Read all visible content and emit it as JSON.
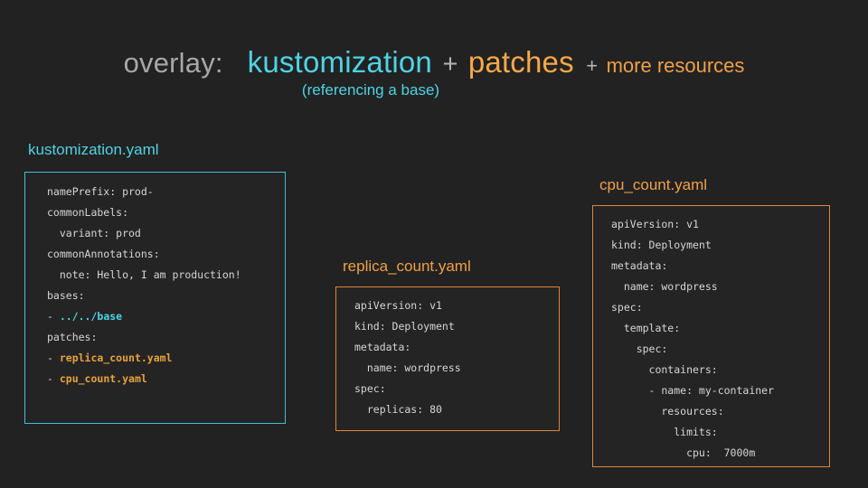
{
  "slide": {
    "background_color": "#222222",
    "title": {
      "prefix": "overlay:",
      "term_primary": "kustomization",
      "separator": "+",
      "term_secondary": "patches",
      "separator2": "+",
      "trailing": "more resources",
      "subtitle": "(referencing a base)",
      "colors": {
        "prefix": "#a8a8a8",
        "primary": "#4fd3e4",
        "separator": "#b4b4b4",
        "secondary": "#f7a848",
        "trailing": "#f0a048",
        "subtitle": "#4fd3e4"
      }
    }
  },
  "files": [
    {
      "name": "kustomization.yaml",
      "accent": "#4fd3e4",
      "lines": [
        [
          {
            "t": "namePrefix: prod-",
            "c": "plain"
          }
        ],
        [
          {
            "t": "commonLabels:",
            "c": "plain"
          }
        ],
        [
          {
            "t": "  variant: prod",
            "c": "plain"
          }
        ],
        [
          {
            "t": "commonAnnotations:",
            "c": "plain"
          }
        ],
        [
          {
            "t": "  note: Hello, I am production!",
            "c": "plain"
          }
        ],
        [
          {
            "t": "bases:",
            "c": "plain"
          }
        ],
        [
          {
            "t": "- ",
            "c": "plain"
          },
          {
            "t": "../../base",
            "c": "cyan"
          }
        ],
        [
          {
            "t": "patches:",
            "c": "plain"
          }
        ],
        [
          {
            "t": "- ",
            "c": "plain"
          },
          {
            "t": "replica_count.yaml",
            "c": "orange"
          }
        ],
        [
          {
            "t": "- ",
            "c": "plain"
          },
          {
            "t": "cpu_count.yaml",
            "c": "orange"
          }
        ]
      ]
    },
    {
      "name": "replica_count.yaml",
      "accent": "#f0a048",
      "lines": [
        [
          {
            "t": "apiVersion: v1",
            "c": "plain"
          }
        ],
        [
          {
            "t": "kind: Deployment",
            "c": "plain"
          }
        ],
        [
          {
            "t": "metadata:",
            "c": "plain"
          }
        ],
        [
          {
            "t": "  name: wordpress",
            "c": "plain"
          }
        ],
        [
          {
            "t": "spec:",
            "c": "plain"
          }
        ],
        [
          {
            "t": "  replicas: 80",
            "c": "plain"
          }
        ]
      ]
    },
    {
      "name": "cpu_count.yaml",
      "accent": "#f0a048",
      "lines": [
        [
          {
            "t": "apiVersion: v1",
            "c": "plain"
          }
        ],
        [
          {
            "t": "kind: Deployment",
            "c": "plain"
          }
        ],
        [
          {
            "t": "metadata:",
            "c": "plain"
          }
        ],
        [
          {
            "t": "  name: wordpress",
            "c": "plain"
          }
        ],
        [
          {
            "t": "spec:",
            "c": "plain"
          }
        ],
        [
          {
            "t": "  template:",
            "c": "plain"
          }
        ],
        [
          {
            "t": "    spec:",
            "c": "plain"
          }
        ],
        [
          {
            "t": "      containers:",
            "c": "plain"
          }
        ],
        [
          {
            "t": "      - name: my-container",
            "c": "plain"
          }
        ],
        [
          {
            "t": "        resources:",
            "c": "plain"
          }
        ],
        [
          {
            "t": "          limits:",
            "c": "plain"
          }
        ],
        [
          {
            "t": "            cpu:  7000m",
            "c": "plain"
          }
        ]
      ]
    }
  ]
}
